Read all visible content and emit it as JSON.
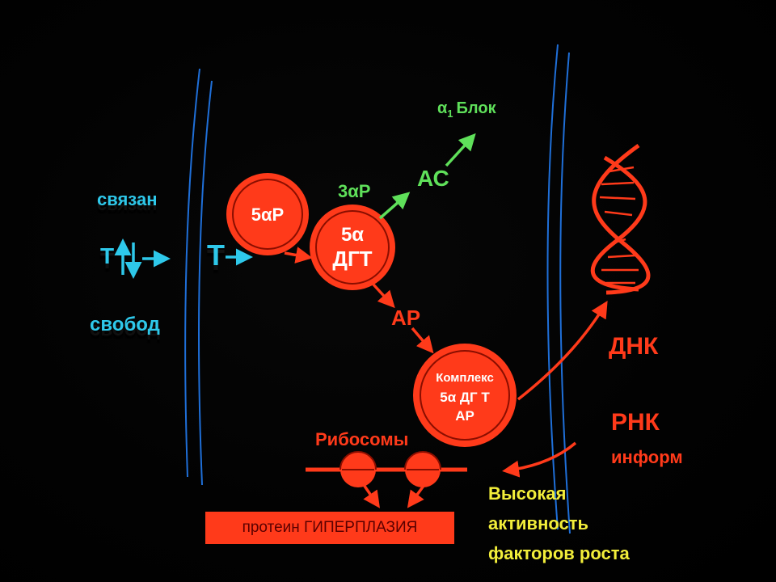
{
  "labels": {
    "bound": "связан",
    "free": "свобод",
    "t_left": "Т",
    "t_inner": "Т",
    "three_alpha_r": "3αР",
    "ac": "АС",
    "alpha": "α",
    "sub1": "1",
    "block": "Блок",
    "ar": "АР",
    "ribosomes": "Рибосомы",
    "dna": "ДНК",
    "rna": "РНК",
    "inform": "информ",
    "growth_line1": "Высокая",
    "growth_line2": "активность",
    "growth_line3": "факторов роста",
    "protein": "протеин ГИПЕРПЛАЗИЯ"
  },
  "circles": {
    "five_ar": "5αР",
    "dht_line1": "5α",
    "dht_line2": "ДГТ",
    "complex_line1": "Комплекс",
    "complex_line2": "5α ДГ Т",
    "complex_line3": "АР"
  },
  "colors": {
    "cyan": "#2ec8ea",
    "green": "#5fe05a",
    "red": "#ff3a1a",
    "yellow": "#f2ee3a",
    "membrane": "#1f6fd8"
  }
}
